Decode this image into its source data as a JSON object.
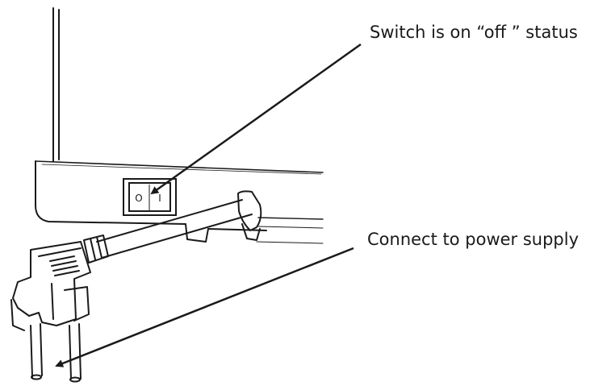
{
  "callouts": {
    "switch": "Switch is on “off ” status",
    "power": "Connect to power supply"
  },
  "switch_symbols": {
    "off": "O",
    "on": "I"
  },
  "colors": {
    "line": "#1a1a1a",
    "background": "#ffffff"
  }
}
